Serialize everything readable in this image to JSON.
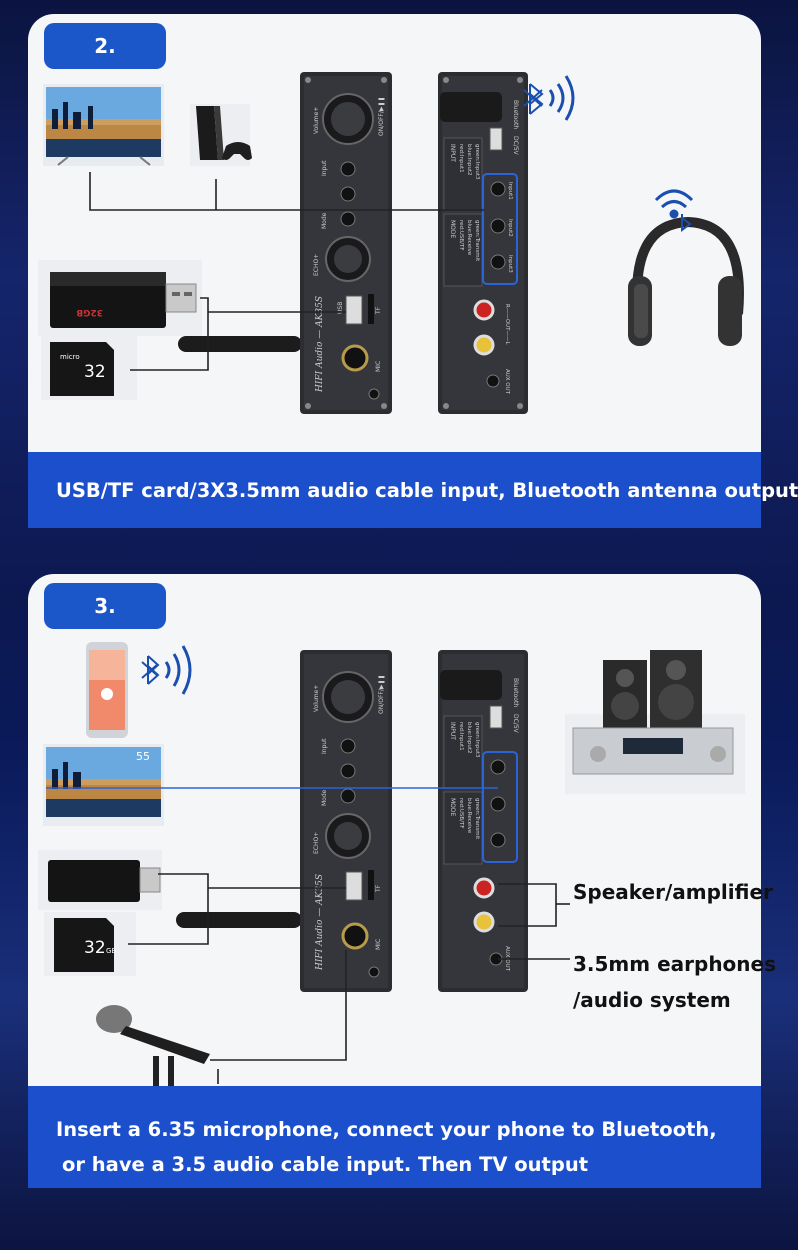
{
  "step2": {
    "number": "2.",
    "caption": "USB/TF card/3X3.5mm audio cable input, Bluetooth antenna output"
  },
  "step3": {
    "number": "3.",
    "caption_line1": "Insert a 6.35 microphone, connect your phone to Bluetooth,",
    "caption_line2": "or have a 3.5 audio cable input. Then TV output",
    "label_speaker": "Speaker/amplifier",
    "label_earphones_1": "3.5mm earphones",
    "label_earphones_2": "/audio system"
  },
  "device": {
    "front_brand": "HIFI Audio — AK35S",
    "front_volume": "Volume+",
    "front_onoff": "ON/OFF/▶❚❚",
    "front_input": "Input",
    "front_mode": "Mode",
    "front_echo": "ECHO+",
    "front_usb": "USB",
    "front_tf": "TF",
    "front_mic": "MIC",
    "back_bluetooth": "Bluetooth",
    "back_dc": "DC/5V",
    "back_input_title": "INPUT",
    "back_input_lines": [
      "red:Input1",
      "blue:Input2",
      "green:Input3"
    ],
    "back_mode_title": "MODE",
    "back_mode_lines": [
      "red:USB/TF",
      "blue:Receive",
      "green:Transmit"
    ],
    "back_jacks": [
      "Input1",
      "Input2",
      "Input3"
    ],
    "back_out": "R——OUT——L",
    "back_aux": "AUX OUT"
  },
  "props": {
    "tv_number": "55",
    "sd_capacity": "32",
    "sd_unit": "GB",
    "usb_text": "32GB"
  },
  "colors": {
    "accent_blue": "#1b57c9",
    "banner_blue": "#1c4fcc",
    "card_bg": "#f5f6f8",
    "device_dark": "#2b2d31",
    "bluetooth_blue": "#1a4fb0"
  }
}
